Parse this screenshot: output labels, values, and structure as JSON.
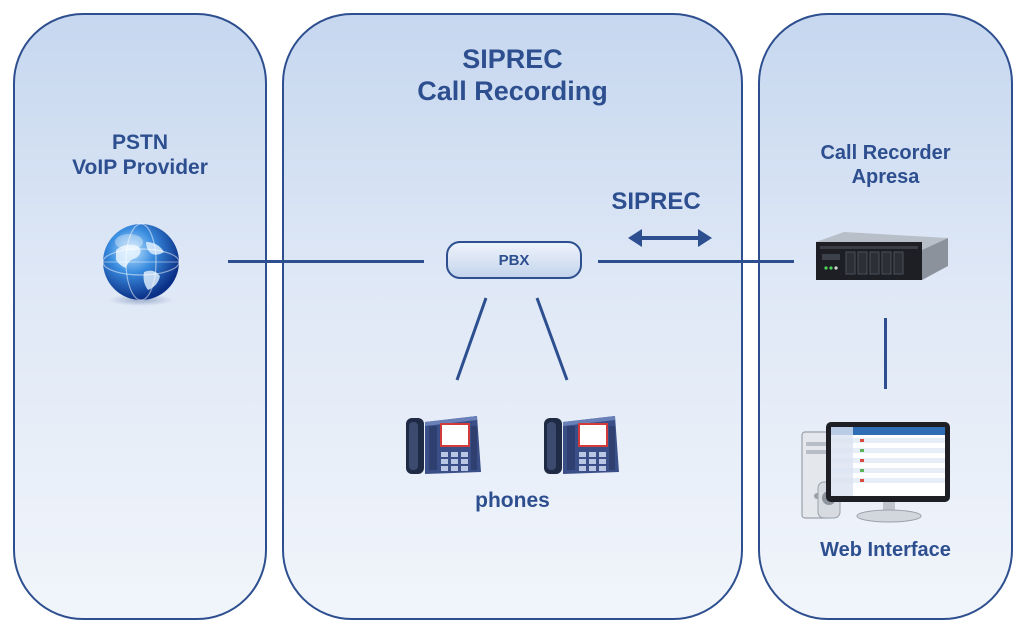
{
  "title": {
    "line1": "SIPREC",
    "line2": "Call Recording"
  },
  "pstn": {
    "line1": "PSTN",
    "line2": "VoIP Provider",
    "icon": "globe-icon"
  },
  "pbx": {
    "label": "PBX"
  },
  "siprec_link": {
    "label": "SIPREC",
    "icon": "double-arrow-icon"
  },
  "recorder": {
    "line1": "Call Recorder",
    "line2": "Apresa",
    "icon": "server-icon"
  },
  "phones": {
    "label": "phones",
    "icon": "desk-phone-icon"
  },
  "web": {
    "label": "Web Interface",
    "icon": "desktop-computer-icon"
  },
  "colors": {
    "accent": "#2d4f8f",
    "panel_top": "#c6d7ef",
    "panel_bottom": "#f1f5fb"
  }
}
